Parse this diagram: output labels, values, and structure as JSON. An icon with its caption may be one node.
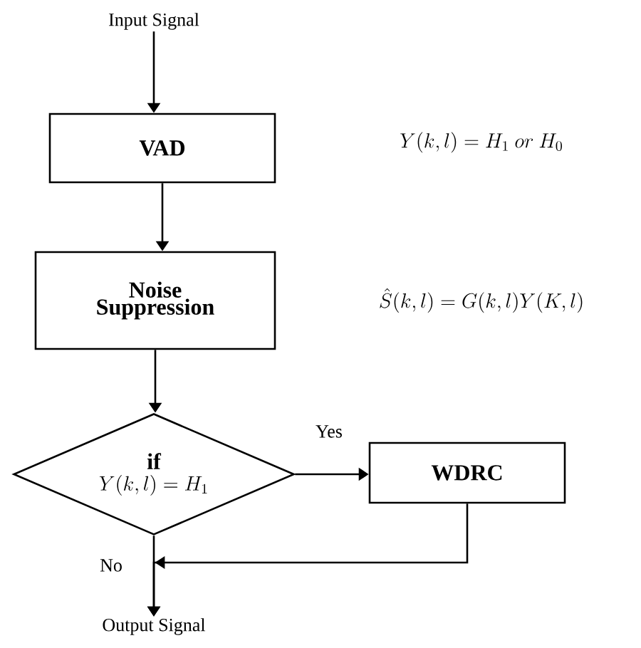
{
  "diagram": {
    "nodes": [
      {
        "text": [
          "Input Signal"
        ]
      },
      {
        "text": [
          "VAD"
        ]
      },
      {
        "text": [
          "Noise Suppression"
        ]
      },
      {
        "text": [
          "if",
          "Y(k,l) = H_1"
        ]
      },
      {
        "text": [
          "WDRC"
        ]
      },
      {
        "text": [
          "Output Signal"
        ]
      }
    ],
    "edges": [
      {
        "from": 0,
        "to": 1,
        "arrow": "to"
      },
      {
        "from": 1,
        "to": 2,
        "arrow": "to"
      },
      {
        "from": 2,
        "to": 3,
        "arrow": "to"
      },
      {
        "from": 3,
        "to": 4,
        "arrow": "to",
        "label": "Yes"
      },
      {
        "from": 3,
        "to": 5,
        "arrow": "to",
        "label": "No"
      },
      {
        "from": 4,
        "to": 5,
        "arrow": "to"
      }
    ],
    "labels": [
      "Y(k,l) = H_1\\ or\\ H_0",
      "\\hat{S}(k,l) = G(k,l)Y(K,l)"
    ]
  }
}
